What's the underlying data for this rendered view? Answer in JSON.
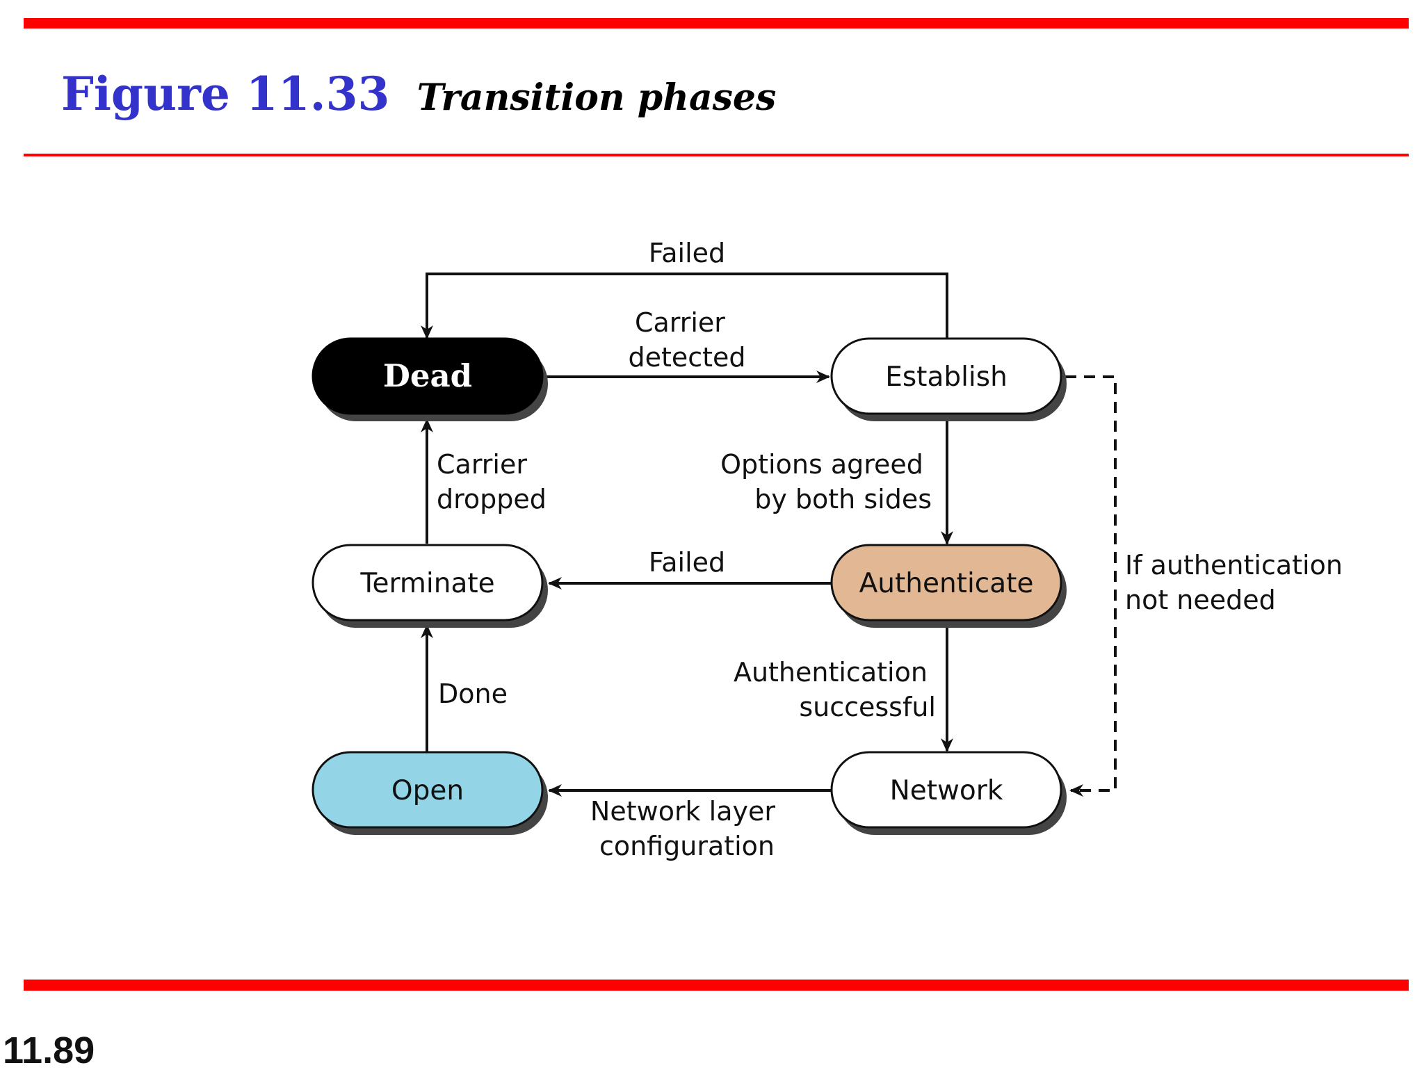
{
  "header": {
    "figure_number": "Figure 11.33",
    "figure_caption": "Transition phases"
  },
  "page_number": "11.89",
  "diagram": {
    "states": {
      "dead": "Dead",
      "establish": "Establish",
      "authenticate": "Authenticate",
      "terminate": "Terminate",
      "open": "Open",
      "network": "Network"
    },
    "transitions": {
      "failed_top": "Failed",
      "carrier_detected": [
        "Carrier",
        "detected"
      ],
      "options_agreed": [
        "Options agreed",
        "by both sides"
      ],
      "carrier_dropped": [
        "Carrier",
        "dropped"
      ],
      "failed_auth": "Failed",
      "auth_not_needed": [
        "If authentication",
        "not needed"
      ],
      "auth_successful": [
        "Authentication",
        "successful"
      ],
      "done": "Done",
      "network_config": [
        "Network layer",
        "configuration"
      ]
    },
    "colors": {
      "dead_fill": "#000000",
      "authenticate_fill": "#e2b894",
      "open_fill": "#93d4e6",
      "plain_fill": "#ffffff",
      "shadow": "#444444",
      "title_blue": "#3333cc",
      "rule_red": "#ff0000"
    }
  }
}
